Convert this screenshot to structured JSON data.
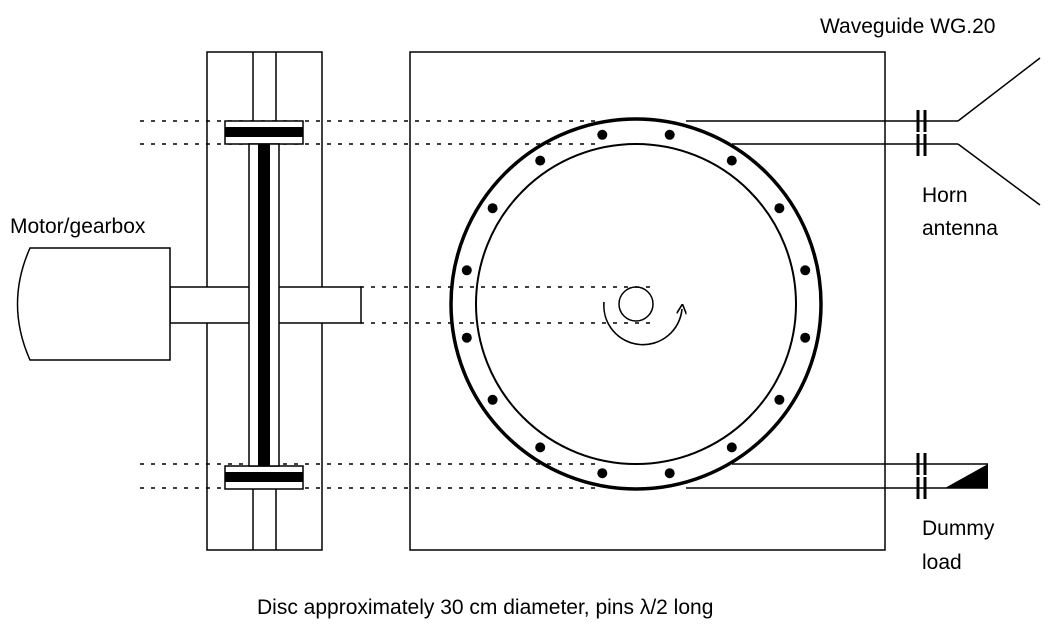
{
  "labels": {
    "waveguide": "Waveguide  WG.20",
    "horn_line1": "Horn",
    "horn_line2": "antenna",
    "motor": "Motor/gearbox",
    "dummy_line1": "Dummy",
    "dummy_line2": "load",
    "caption": "Disc approximately 30 cm diameter, pins  λ/2 long"
  },
  "pins": {
    "count": 16
  },
  "colors": {
    "stroke": "#000000",
    "background": "#ffffff"
  }
}
